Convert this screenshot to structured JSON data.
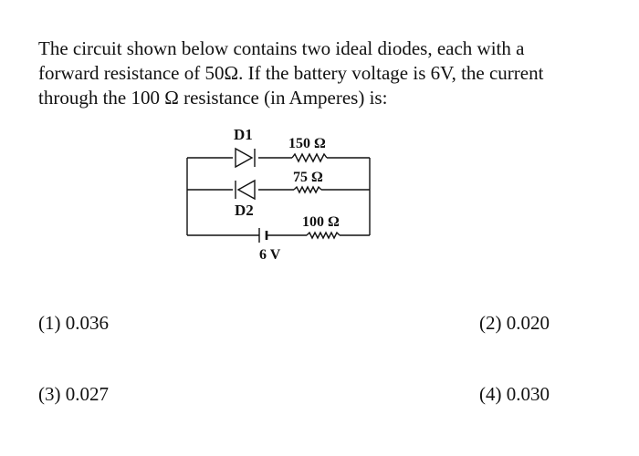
{
  "question": {
    "lines": [
      "The circuit shown below contains two ideal diodes, each with a",
      "forward resistance of 50Ω. If the battery voltage is 6V, the current",
      "through the 100 Ω resistance (in Amperes) is:"
    ]
  },
  "circuit": {
    "labels": {
      "d1": "D1",
      "d2": "D2",
      "r150": "150 Ω",
      "r75": "75 Ω",
      "r100": "100 Ω",
      "battery": "6 V"
    }
  },
  "options": [
    {
      "label": "(1) 0.036"
    },
    {
      "label": "(2) 0.020"
    },
    {
      "label": "(3)  0.027"
    },
    {
      "label": "(4) 0.030"
    }
  ]
}
